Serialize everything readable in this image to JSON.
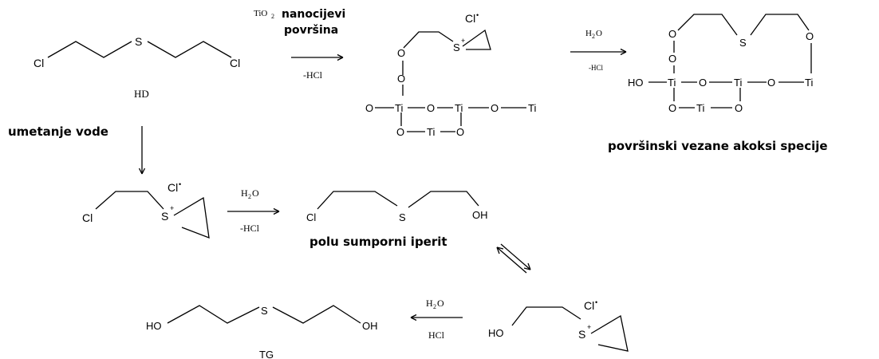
{
  "atoms": {
    "cl": "Cl",
    "s": "S",
    "o": "O",
    "ti": "Ti",
    "ho": "HO",
    "oh": "OH",
    "cl_anion": "Cl",
    "radical_dot": "•",
    "plus": "+"
  },
  "reagents": {
    "tio2_main": "TiO",
    "tio2_sub": "2",
    "nanotubes": "nanocijevi",
    "surface": "površina",
    "minus_hcl": "-HCl",
    "h2o_main": "H",
    "h2o_sub": "2",
    "h2o_end": "O",
    "minus_hcl_small": "-HCl",
    "hcl": "HCl"
  },
  "labels": {
    "hd": "HD",
    "water_insertion": "umetanje vode",
    "half_mustard": "polu sumporni iperit",
    "surface_species": "površinski vezane  akoksi specije",
    "tg": "TG"
  }
}
